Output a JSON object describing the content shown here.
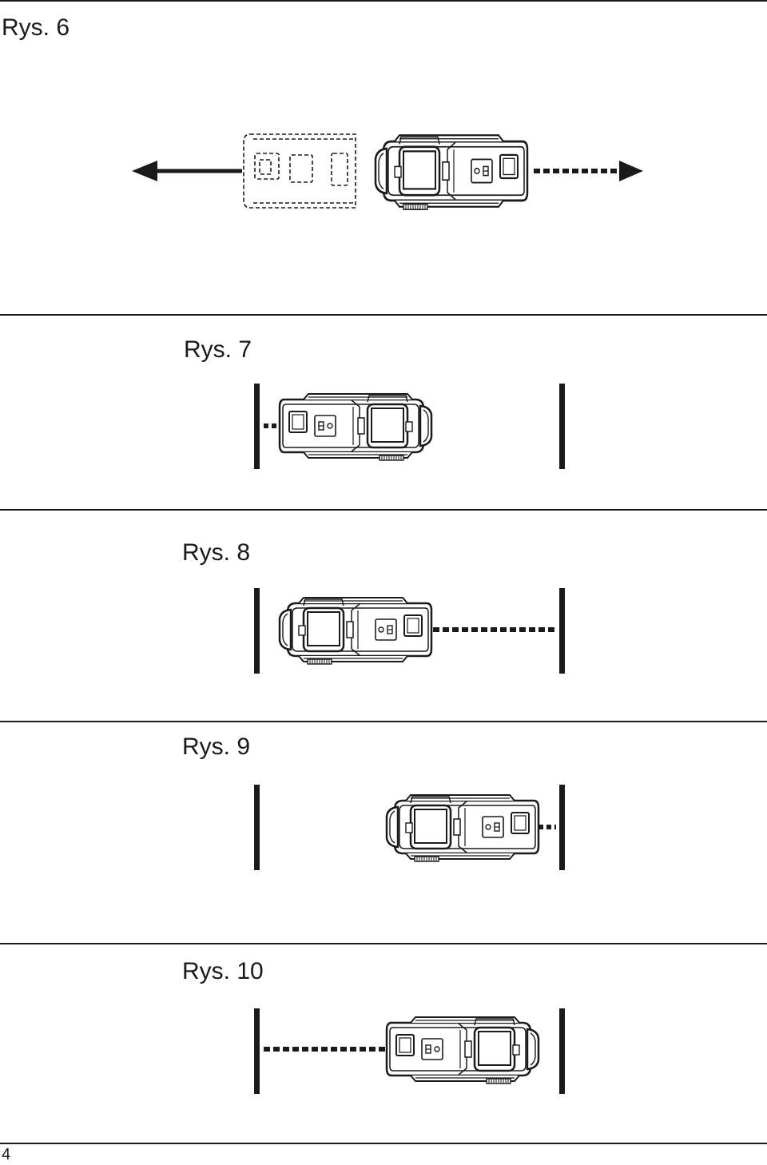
{
  "figures": [
    {
      "caption": "Rys. 6"
    },
    {
      "caption": "Rys. 7"
    },
    {
      "caption": "Rys. 8"
    },
    {
      "caption": "Rys. 9"
    },
    {
      "caption": "Rys. 10"
    }
  ],
  "page_number": "4",
  "colors": {
    "ink": "#1a1a1a",
    "paper": "#ffffff"
  }
}
